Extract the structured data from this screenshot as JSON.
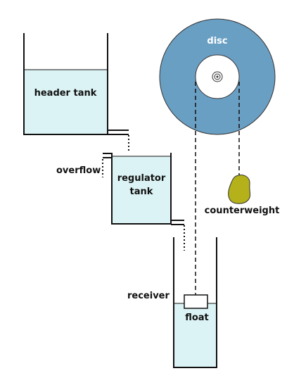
{
  "labels": {
    "disc": "disc",
    "header_tank": "header tank",
    "overflow": "overflow",
    "regulator_tank_line1": "regulator",
    "regulator_tank_line2": "tank",
    "counterweight": "counterweight",
    "receiver": "receiver",
    "float": "float"
  },
  "colors": {
    "water": "#dcf3f5",
    "disc": "#6a9fc4",
    "counterweight": "#b4b11a",
    "outline": "#111111"
  }
}
